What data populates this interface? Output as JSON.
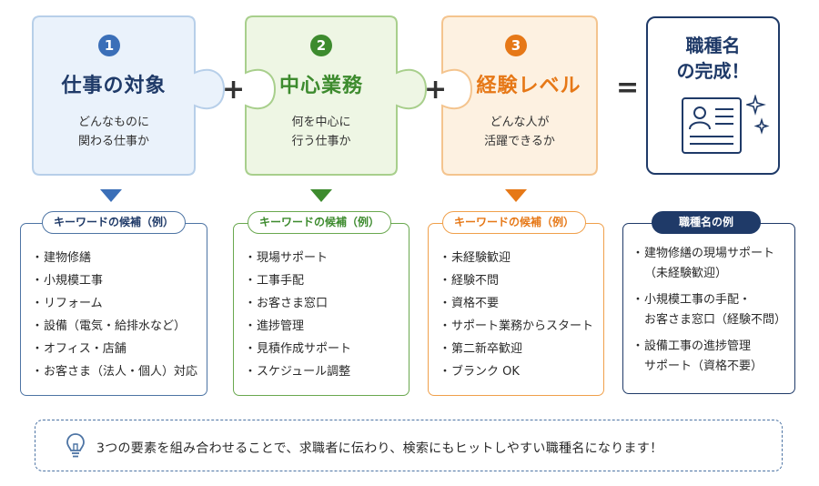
{
  "colors": {
    "blue": "#3b6fb8",
    "blue_fill": "#eaf2fb",
    "blue_border": "#b7cfe9",
    "green": "#3d8b2e",
    "green_fill": "#eef6e4",
    "green_border": "#a8cf8c",
    "orange": "#e67817",
    "orange_fill": "#fdf1e1",
    "orange_border": "#f4c48e",
    "navy": "#1f3a68",
    "line_navy": "#4d74a4"
  },
  "pieces": [
    {
      "number": "1",
      "title": "仕事の対象",
      "sub": [
        "どんなものに",
        "関わる仕事か"
      ]
    },
    {
      "number": "2",
      "title": "中心業務",
      "sub": [
        "何を中心に",
        "行う仕事か"
      ]
    },
    {
      "number": "3",
      "title": "経験レベル",
      "sub": [
        "どんな人が",
        "活躍できるか"
      ]
    }
  ],
  "operators": {
    "plus": "+",
    "equals": "="
  },
  "result": {
    "lines": [
      "職種名",
      "の完成！"
    ],
    "icon": "resume-card-icon",
    "sparkle_icon": "sparkle-icon"
  },
  "cards": [
    {
      "tag": "キーワードの候補（例）",
      "items": [
        "建物修繕",
        "小規模工事",
        "リフォーム",
        "設備（電気・給排水など）",
        "オフィス・店舗",
        "お客さま（法人・個人）対応"
      ]
    },
    {
      "tag": "キーワードの候補（例）",
      "items": [
        "現場サポート",
        "工事手配",
        "お客さま窓口",
        "進捗管理",
        "見積作成サポート",
        "スケジュール調整"
      ]
    },
    {
      "tag": "キーワードの候補（例）",
      "items": [
        "未経験歓迎",
        "経験不問",
        "資格不要",
        "サポート業務からスタート",
        "第二新卒歓迎",
        "ブランク OK"
      ]
    }
  ],
  "examples": {
    "tag": "職種名の例",
    "items": [
      {
        "line1": "建物修繕の現場サポート",
        "line2": "（未経験歓迎）"
      },
      {
        "line1": "小規模工事の手配・",
        "line2": "お客さま窓口（経験不問）"
      },
      {
        "line1": "設備工事の進捗管理",
        "line2": "サポート（資格不要）"
      }
    ]
  },
  "bullet": "・",
  "tip": {
    "icon": "lightbulb-icon",
    "text": "3つの要素を組み合わせることで、求職者に伝わり、検索にもヒットしやすい職種名になります！"
  }
}
